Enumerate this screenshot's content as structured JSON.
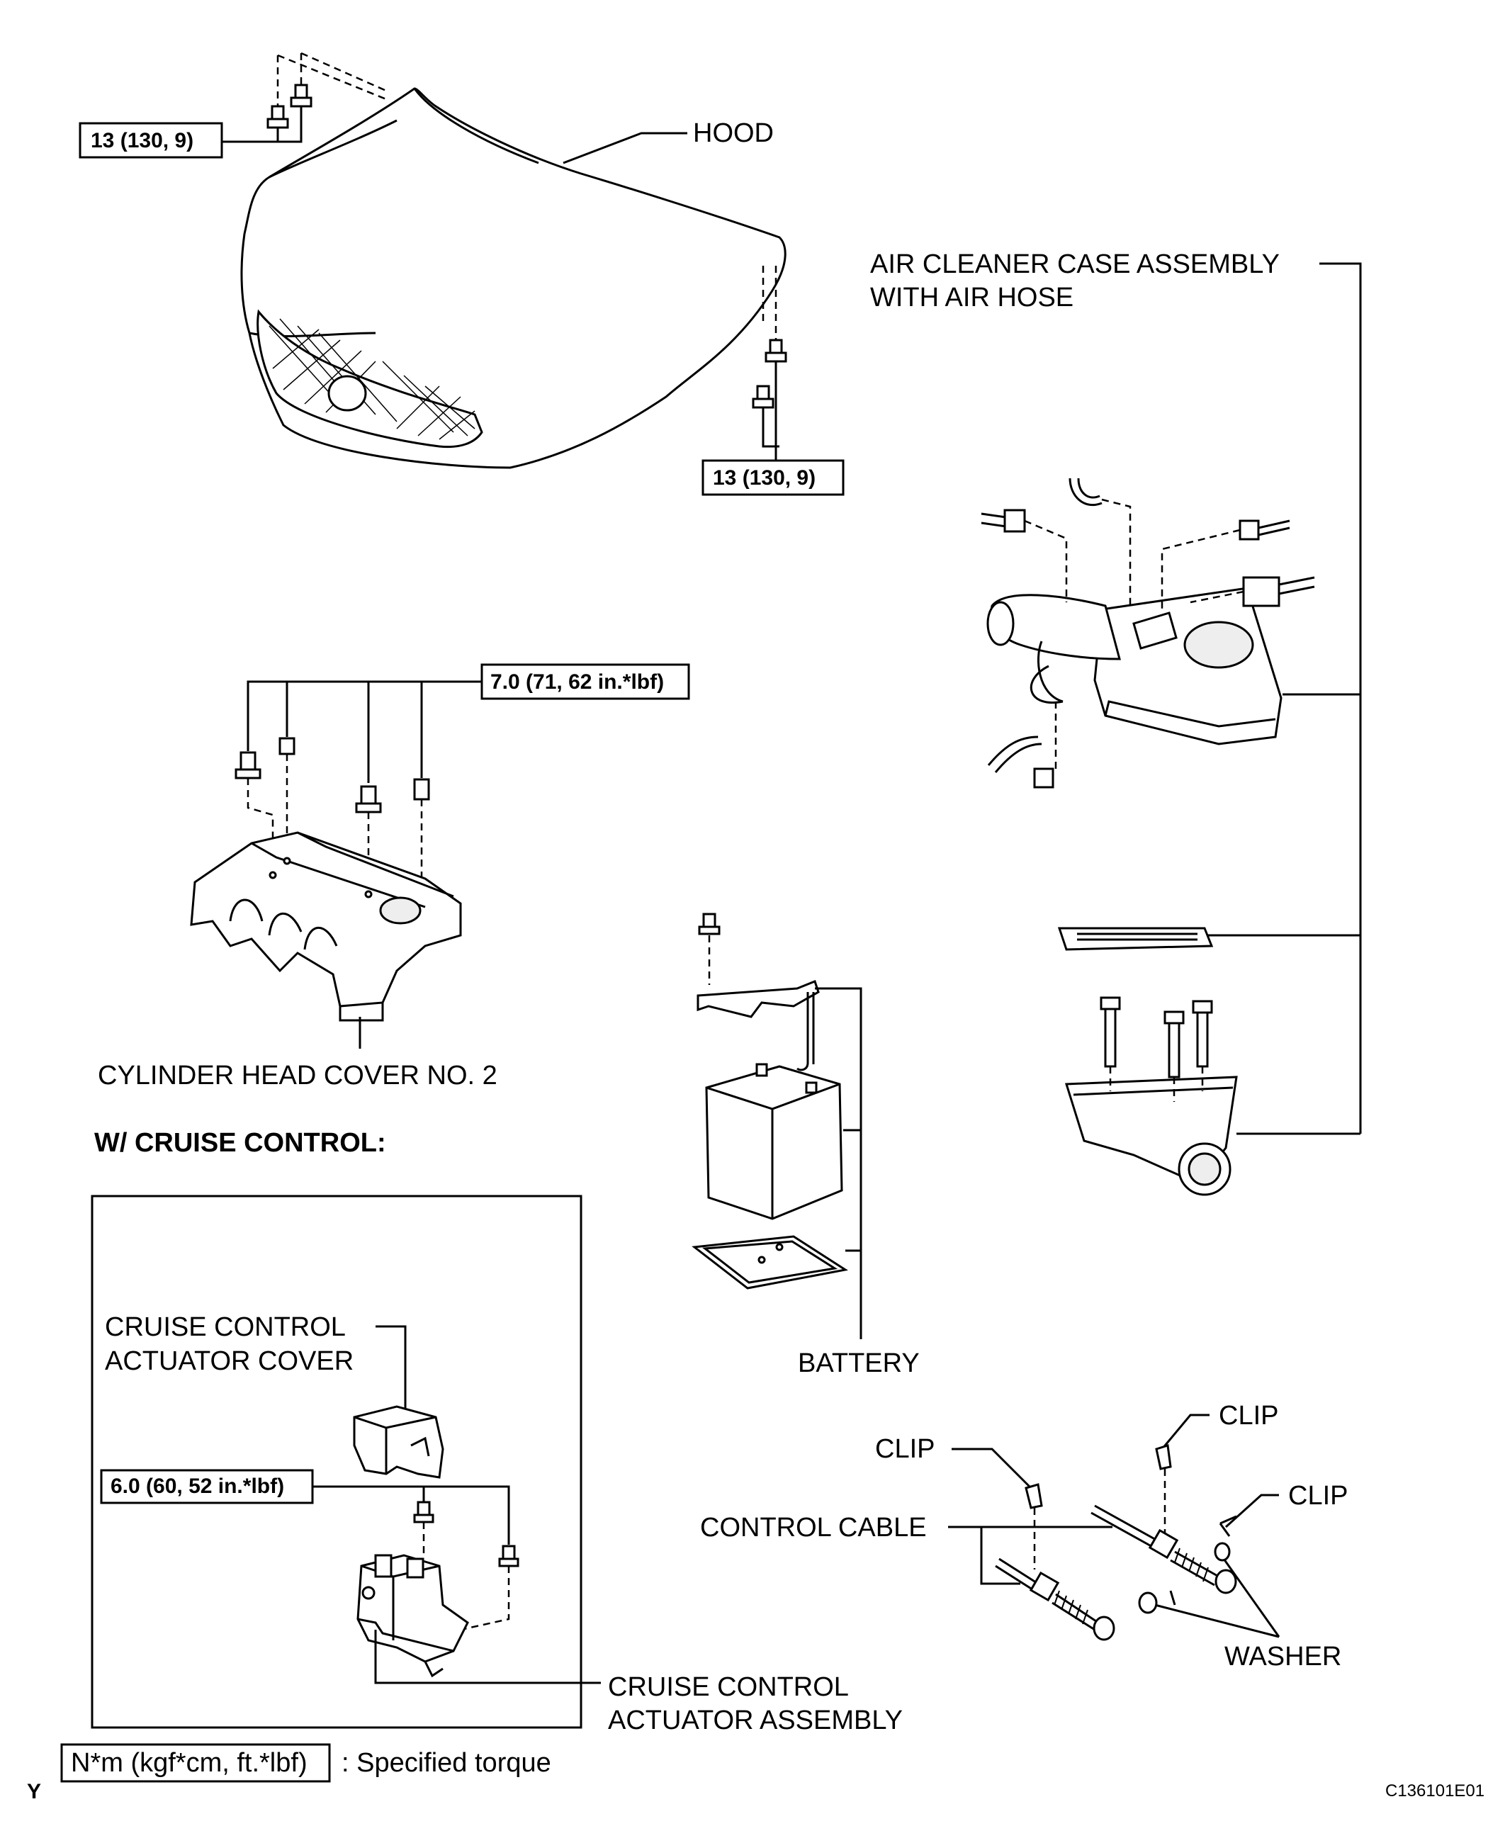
{
  "labels": {
    "hood": "HOOD",
    "air_cleaner_1": "AIR CLEANER CASE ASSEMBLY",
    "air_cleaner_2": "WITH AIR HOSE",
    "cylinder_head_cover": "CYLINDER HEAD COVER NO. 2",
    "cruise_heading": "W/ CRUISE CONTROL:",
    "actuator_cover_1": "CRUISE CONTROL",
    "actuator_cover_2": "ACTUATOR COVER",
    "actuator_assy_1": "CRUISE CONTROL",
    "actuator_assy_2": "ACTUATOR ASSEMBLY",
    "battery": "BATTERY",
    "clip_left": "CLIP",
    "clip_top": "CLIP",
    "clip_right": "CLIP",
    "control_cable": "CONTROL CABLE",
    "washer": "WASHER"
  },
  "torque": {
    "hood_top": "13 (130, 9)",
    "hood_bottom": "13 (130, 9)",
    "head_cover": "7.0 (71, 62 in.*lbf)",
    "actuator": "6.0 (60, 52 in.*lbf)"
  },
  "legend": {
    "box_text": "N*m (kgf*cm, ft.*lbf)",
    "description": ": Specified torque"
  },
  "footer": {
    "corner_mark": "Y",
    "figure_code": "C136101E01"
  }
}
